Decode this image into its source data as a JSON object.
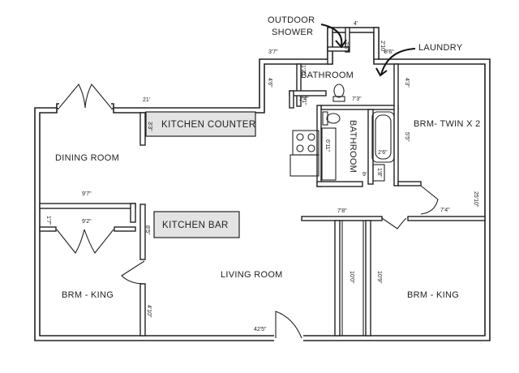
{
  "rooms": {
    "outdoor_shower_line1": "OUTDOOR",
    "outdoor_shower_line2": "SHOWER",
    "laundry": "LAUNDRY",
    "bathroom_top": "BATHROOM",
    "kitchen_counter": "KITCHEN COUNTER",
    "bathroom_side": "BATHROOM",
    "brm_twin": "BRM- TWIN X 2",
    "dining_room": "DINING ROOM",
    "kitchen_bar": "KITCHEN BAR",
    "living_room": "LIVING ROOM",
    "brm_king_left": "BRM - KING",
    "brm_king_right": "BRM - KING"
  },
  "dimensions": {
    "shower_width": "4'",
    "shower_depth": "2'5\"",
    "laundry_depth": "2'10\"",
    "laundry_width": "8'6\"",
    "hall_top": "3'7\"",
    "bath_wall_a": "1'2\"",
    "bath_wall_b": "4'6\"",
    "dining_width": "21'",
    "bath_a": "2'4\"",
    "bath_b": "1'1\"",
    "bath_c": "7'3\"",
    "counter_side": "3'3\"",
    "closet_depth": "6'11\"",
    "tub_a": "2'6\"",
    "tub_b": "1'8\"",
    "bath_door": "9'",
    "twin_wall": "4'3\"",
    "twin_side": "5'5\"",
    "twin_height": "25'10\"",
    "dining_lower": "9'7\"",
    "hall_width": "7'8\"",
    "twin_door": "7'4\"",
    "king_closet_w": "9'2\"",
    "king_closet_d": "1'7\"",
    "bar_side": "8'5\"",
    "closet_a": "10'0\"",
    "closet_b": "10'9\"",
    "living_wall": "4'10\"",
    "total_width": "42'5\""
  }
}
